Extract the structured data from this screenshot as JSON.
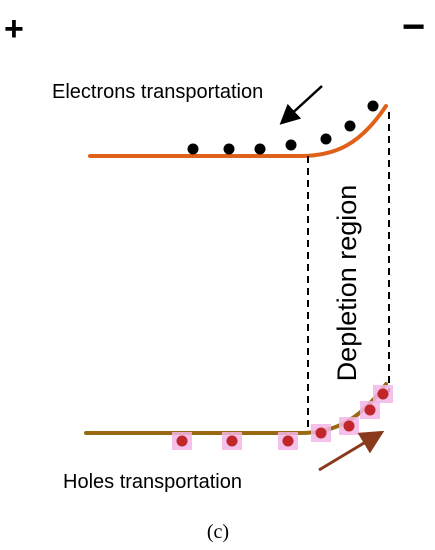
{
  "labels": {
    "plus": "+",
    "minus": "−",
    "electrons": "Electrons transportation",
    "holes": "Holes transportation",
    "depletion": "Depletion region",
    "caption": "(c)"
  },
  "colors": {
    "conduction_band": "#e0621a",
    "valence_band": "#9a6a12",
    "electron": "#000000",
    "hole": "#c0262a",
    "hole_glow": "#f2b6e8",
    "arrow_electron": "#000000",
    "arrow_hole": "#8a3a1c"
  },
  "icons": {
    "electron_marker": "filled-circle-black",
    "hole_marker": "filled-circle-red",
    "electron_arrow": "arrow-down-left",
    "hole_arrow": "arrow-up-right"
  }
}
